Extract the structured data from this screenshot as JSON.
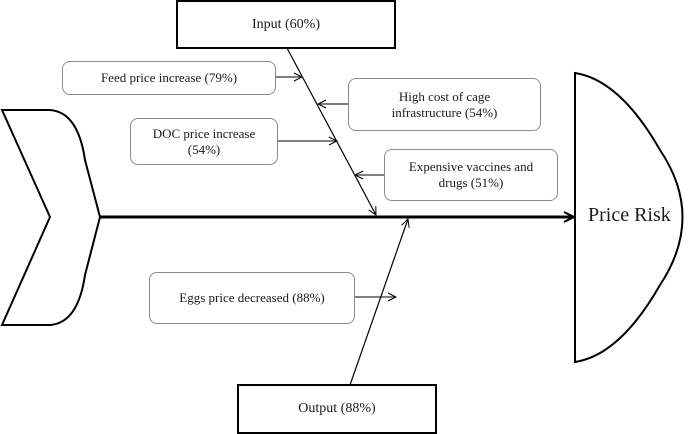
{
  "diagram": {
    "type": "fishbone",
    "effect": "Price Risk",
    "categories": [
      {
        "name": "Input (60%)",
        "causes": [
          "Feed price increase (79%)",
          "High cost of cage infrastructure (54%)",
          "DOC price increase (54%)",
          "Expensive vaccines and drugs (51%)"
        ]
      },
      {
        "name": "Output (88%)",
        "causes": [
          "Eggs price decreased (88%)"
        ]
      }
    ]
  },
  "labels": {
    "input": "Input (60%)",
    "output": "Output (88%)",
    "effect": "Price Risk",
    "feed": "Feed price increase (79%)",
    "cage_line1": "High cost of cage",
    "cage_line2": "infrastructure (54%)",
    "doc_line1": "DOC price increase",
    "doc_line2": "(54%)",
    "vaccines_line1": "Expensive vaccines and",
    "vaccines_line2": "drugs (51%)",
    "eggs": "Eggs price decreased (88%)"
  }
}
